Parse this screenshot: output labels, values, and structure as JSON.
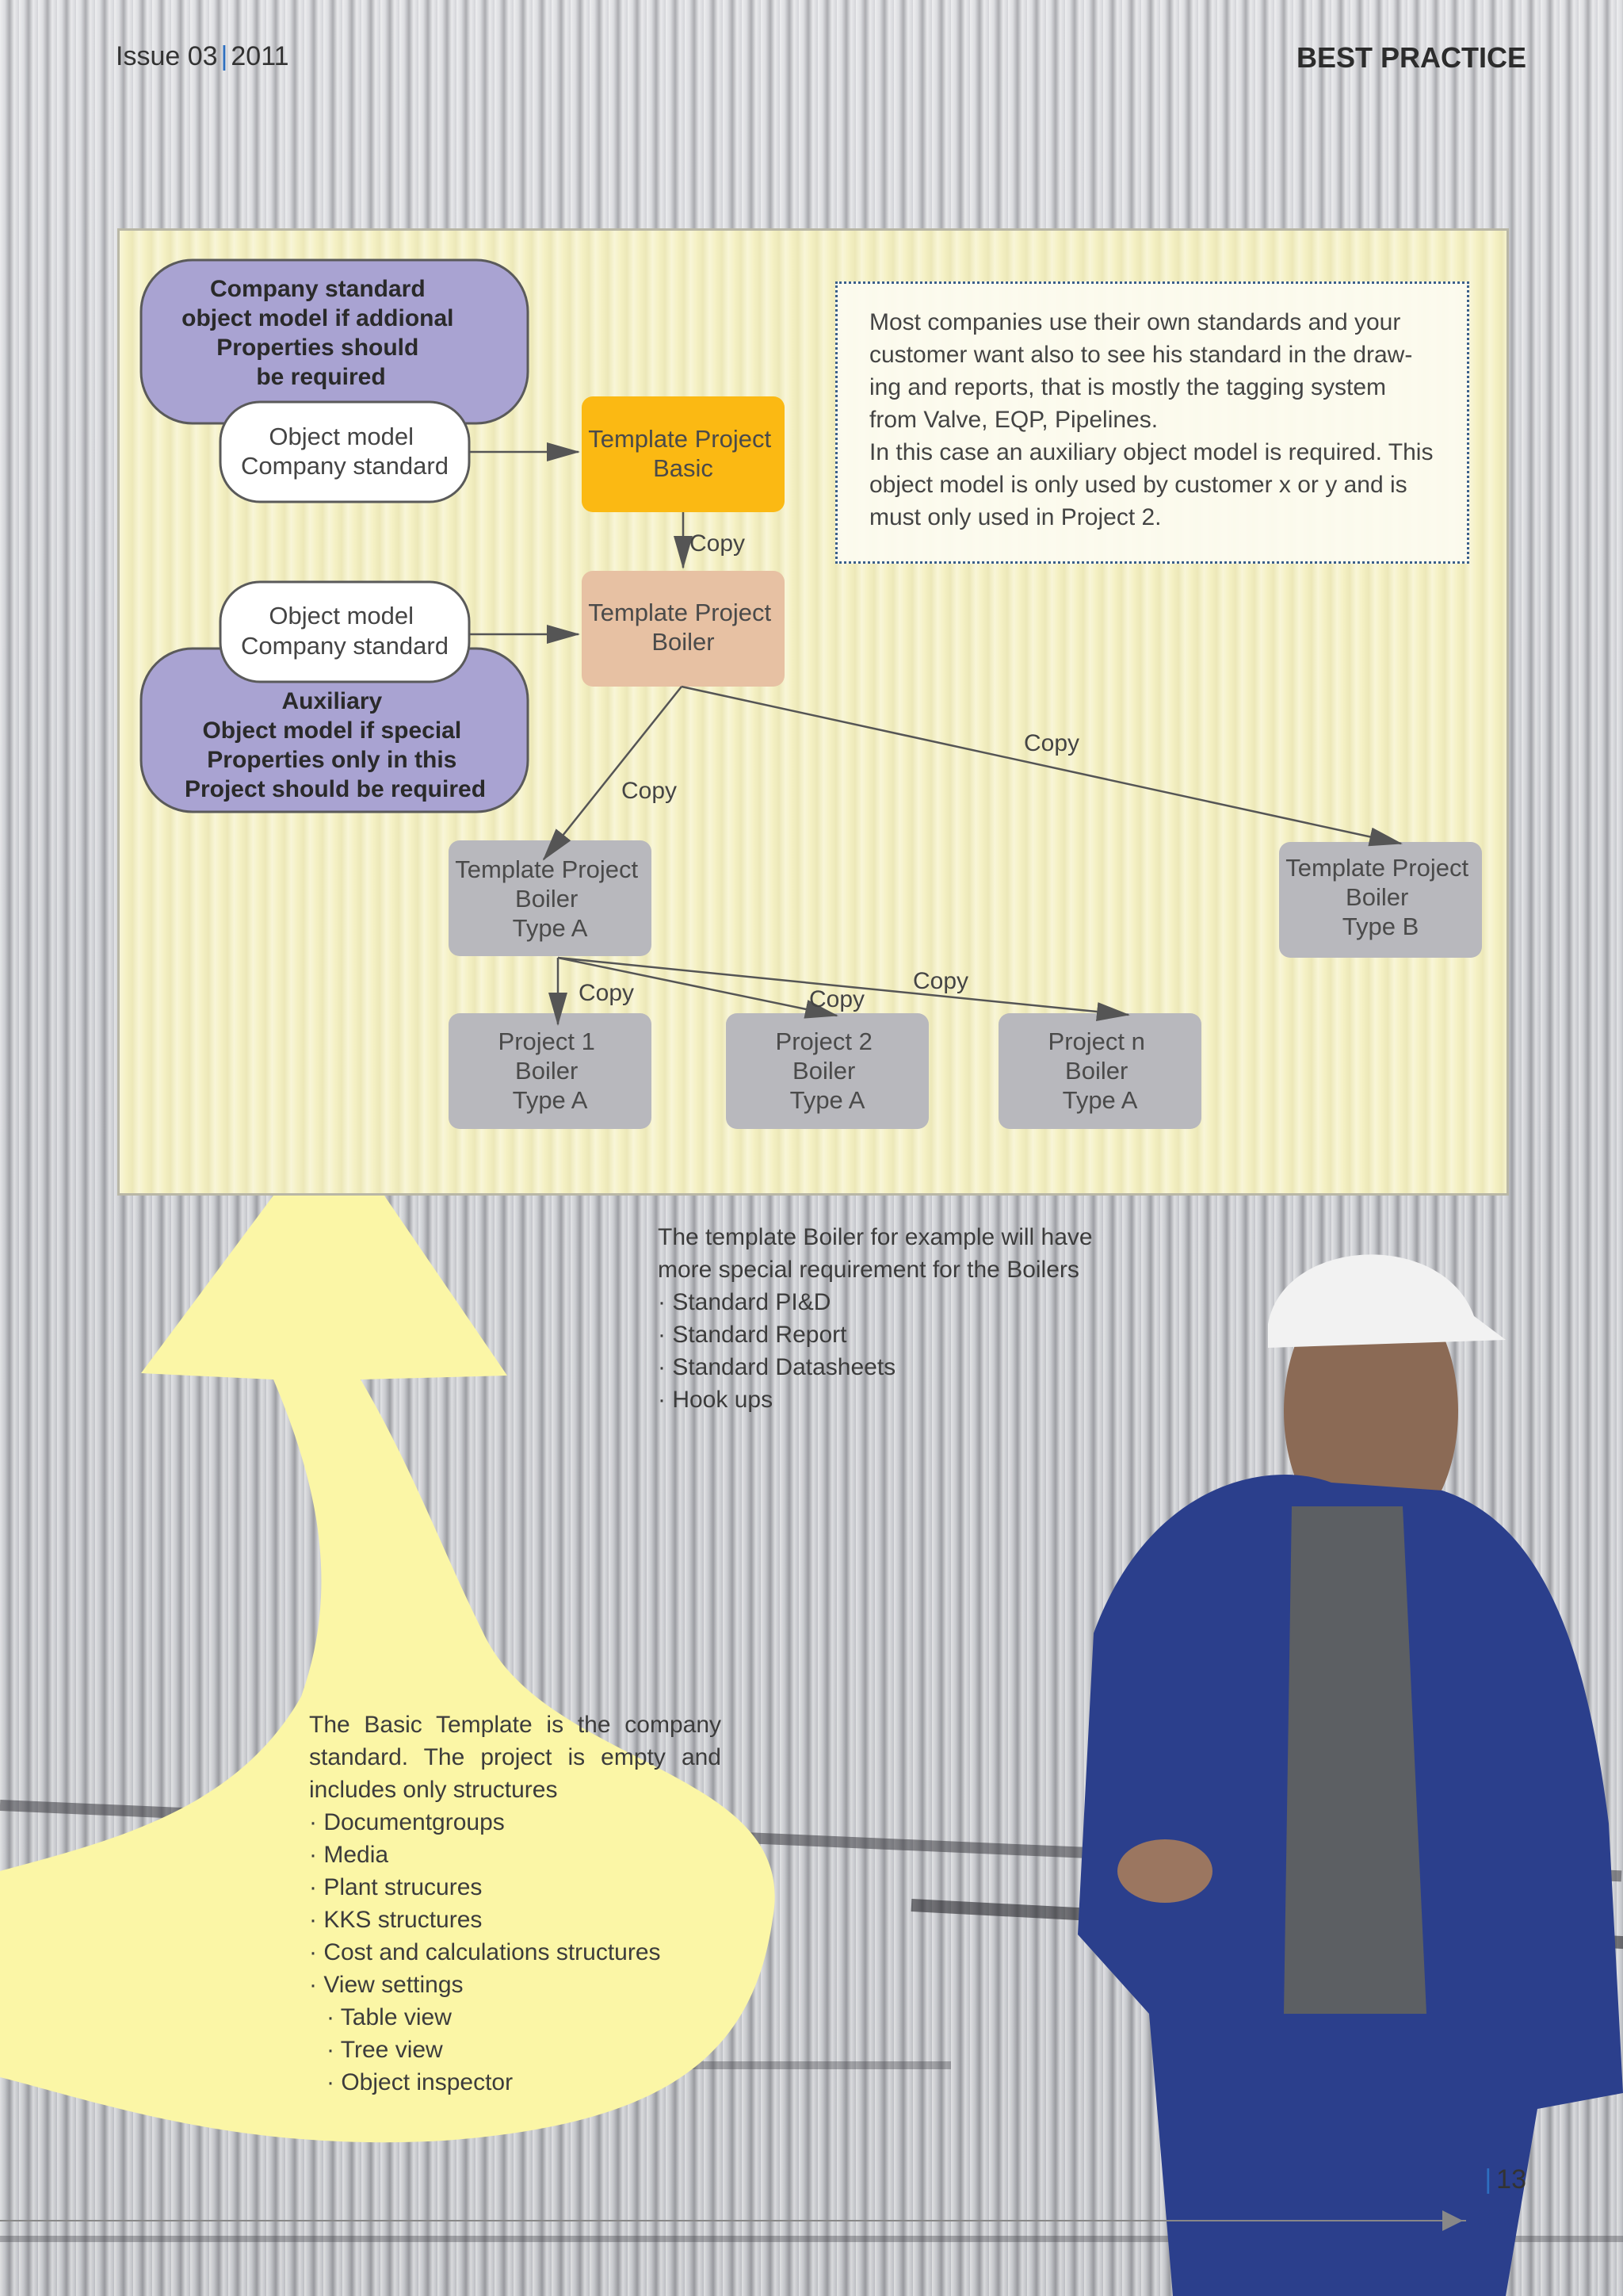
{
  "header": {
    "issue": "Issue 03",
    "year": "2011",
    "section": "BEST PRACTICE"
  },
  "page_number": "13",
  "diagram": {
    "company_standard_note": [
      "Company standard",
      "object model if addional",
      "Properties should",
      "be required"
    ],
    "auxiliary_note": [
      "Auxiliary",
      "Object model if special",
      "Properties only in this",
      "Project should be required"
    ],
    "object_model_top": [
      "Object model",
      "Company standard"
    ],
    "object_model_bottom": [
      "Object model",
      "Company standard"
    ],
    "template_basic": [
      "Template Project",
      "Basic"
    ],
    "template_boiler": [
      "Template Project",
      "Boiler"
    ],
    "template_boiler_a": [
      "Template Project",
      "Boiler",
      "Type A"
    ],
    "template_boiler_b": [
      "Template Project",
      "Boiler",
      "Type B"
    ],
    "project_1": [
      "Project 1",
      "Boiler",
      "Type A"
    ],
    "project_2": [
      "Project 2",
      "Boiler",
      "Type A"
    ],
    "project_n": [
      "Project n",
      "Boiler",
      "Type A"
    ],
    "copy_label": "Copy",
    "colors": {
      "lavender": "#a9a3d2",
      "basic_orange": "#fbb913",
      "boiler_peach": "#e7c1a3",
      "grey_box": "#b8b8bd"
    }
  },
  "note": "Most companies use their own standards and your customer want also to see his standard in the drawing and reports, that is mostly the tagging system from Valve, EQP, Pipelines. In this case an auxiliary object model is required. This object model is only used by customer x or y and is must only used in Project 2.",
  "note_lines": [
    "Most companies use their own standards and your",
    "customer want also to see his standard in the draw-",
    "ing and reports, that is mostly the tagging system",
    "from Valve, EQP, Pipelines.",
    "In this case an auxiliary object model is required. This",
    "object model is only used by customer x or y and is",
    "must only used in Project 2."
  ],
  "boiler_callout": {
    "intro_1": "The template Boiler for example will have",
    "intro_2": "more special requirement for the Boilers",
    "items": [
      "Standard PI&D",
      "Standard  Report",
      "Standard Datasheets",
      "Hook ups"
    ]
  },
  "basic_callout": {
    "intro": "The Basic Template is the company standard. The project is empty and includes only structures",
    "items": [
      "Documentgroups",
      "Media",
      "Plant strucures",
      "KKS structures",
      "Cost and calculations structures",
      "View settings"
    ],
    "sub_items": [
      "Table view",
      "Tree view",
      "Object inspector"
    ]
  }
}
